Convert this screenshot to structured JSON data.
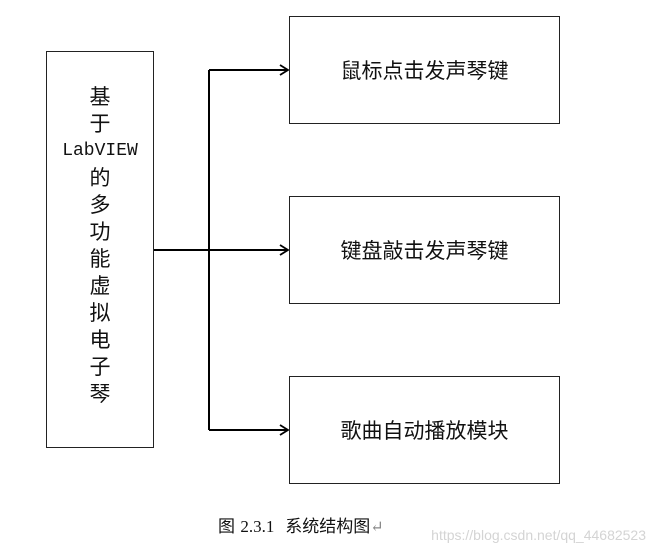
{
  "root": {
    "lines": [
      "基",
      "于",
      "LabVIEW",
      "的",
      "多",
      "功",
      "能",
      "虚",
      "拟",
      "电",
      "子",
      "琴"
    ]
  },
  "children": [
    {
      "label": "鼠标点击发声琴键"
    },
    {
      "label": "键盘敲击发声琴键"
    },
    {
      "label": "歌曲自动播放模块"
    }
  ],
  "caption": {
    "prefix": "图",
    "number": "2.3.1",
    "title": "系统结构图",
    "return_mark": "↵"
  },
  "watermark": "https://blog.csdn.net/qq_44682523"
}
